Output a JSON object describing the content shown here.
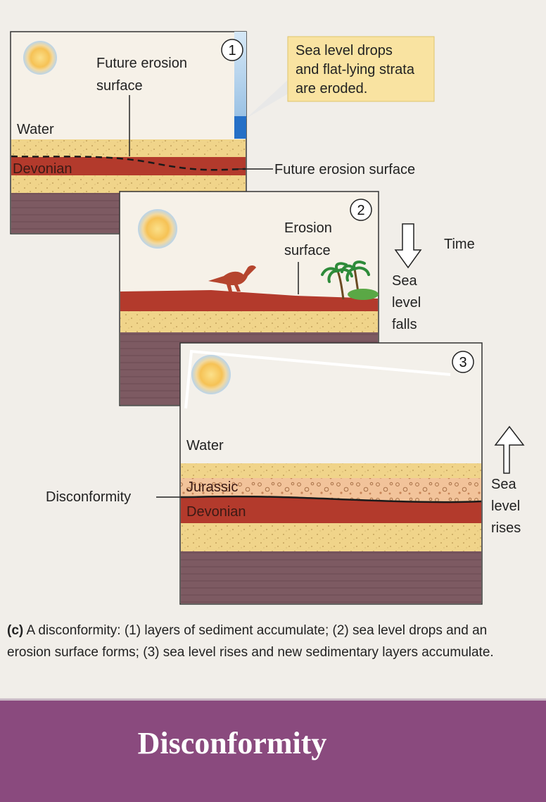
{
  "panels": {
    "p1": {
      "number": "1",
      "label_future_erosion_line1": "Future erosion",
      "label_future_erosion_line2": "surface",
      "label_water": "Water",
      "label_devonian": "Devonian",
      "callout_line1": "Sea level drops",
      "callout_line2": "and flat-lying strata",
      "callout_line3": "are eroded.",
      "pointer_label": "Future erosion surface"
    },
    "p2": {
      "number": "2",
      "label_erosion_line1": "Erosion",
      "label_erosion_line2": "surface",
      "time_label": "Time",
      "sea_falls_line1": "Sea",
      "sea_falls_line2": "level",
      "sea_falls_line3": "falls"
    },
    "p3": {
      "number": "3",
      "label_water": "Water",
      "label_jurassic": "Jurassic",
      "label_devonian": "Devonian",
      "label_disconformity": "Disconformity",
      "sea_rises_line1": "Sea",
      "sea_rises_line2": "level",
      "sea_rises_line3": "rises"
    }
  },
  "caption": {
    "tag": "(c)",
    "text": " A disconformity: (1) layers of sediment accumulate; (2) sea level drops and an erosion surface forms; (3) sea level rises and new sedimentary layers accumulate."
  },
  "banner": {
    "title": "Disconformity"
  },
  "colors": {
    "sand": "#f0d48a",
    "devonian": "#b33a2c",
    "bedrock": "#7d5a62",
    "water": "#a6c8e6",
    "banner": "#8a4a7e"
  }
}
